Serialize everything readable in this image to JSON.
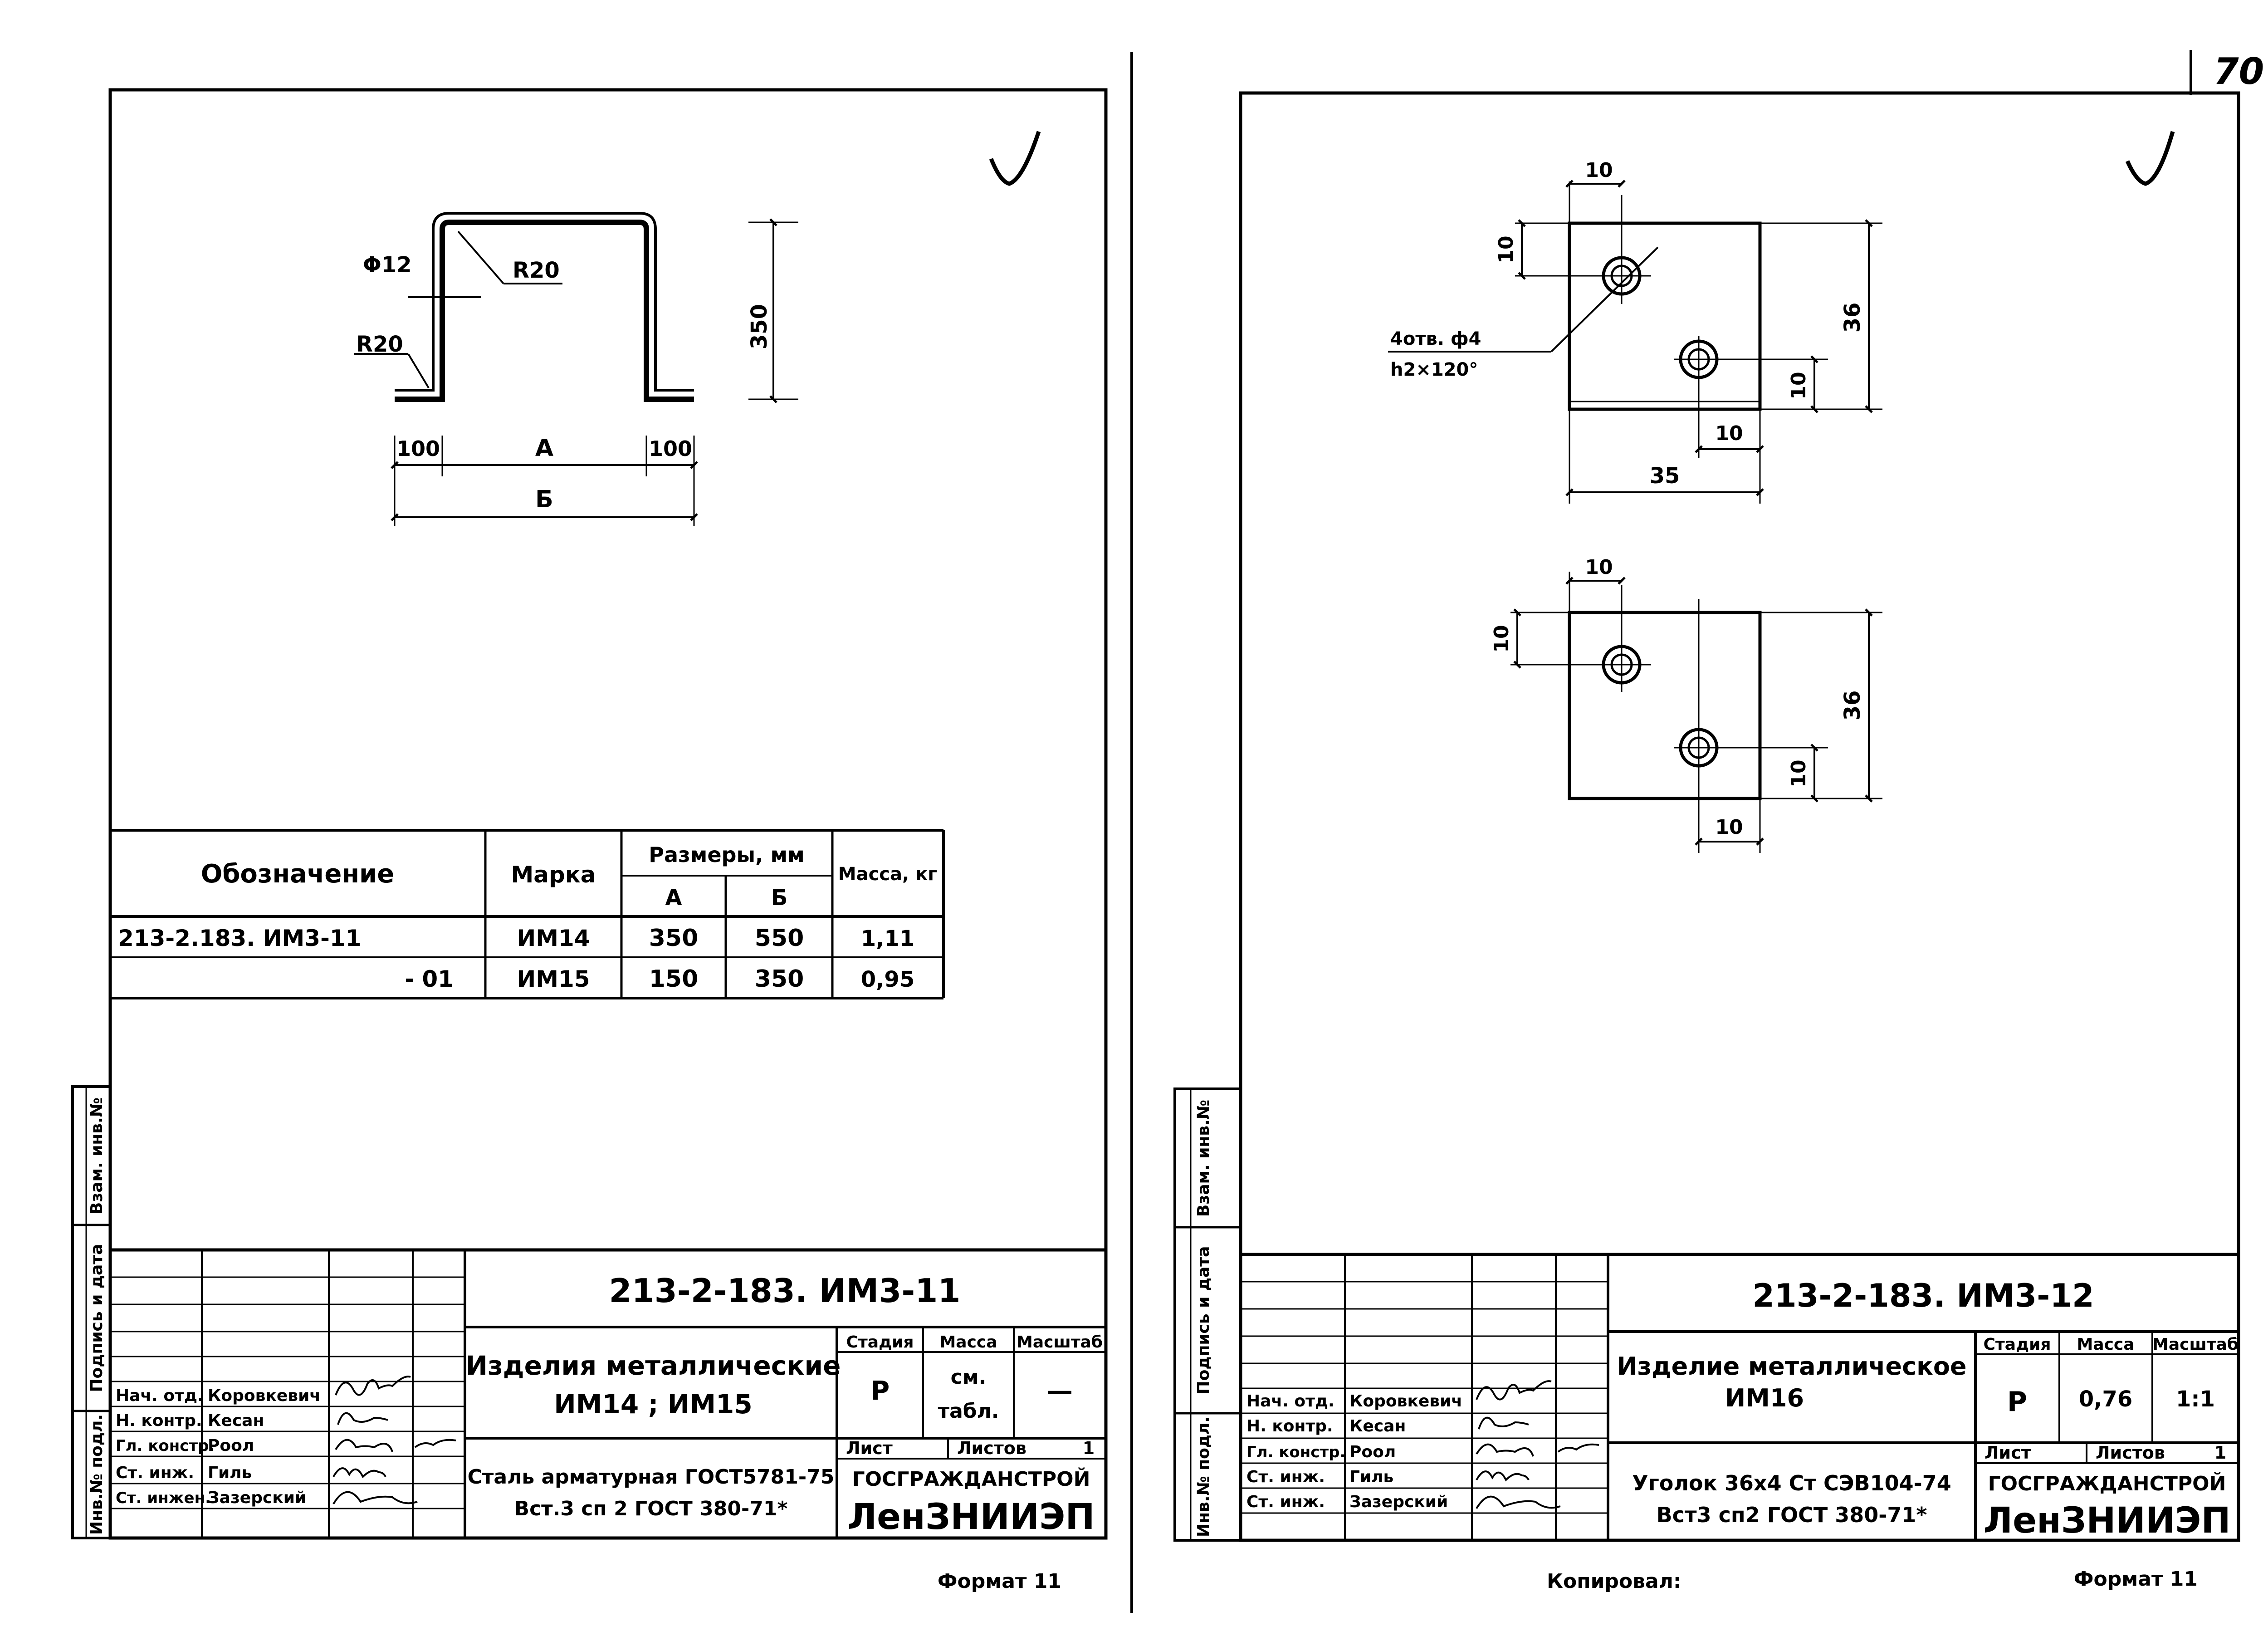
{
  "page_number": "70",
  "left_sheet": {
    "dims": {
      "diameter": "Φ12",
      "radius_top": "R20",
      "radius_bottom": "R20",
      "height": "350",
      "side_left": "100",
      "a": "А",
      "side_right": "100",
      "b": "Б"
    },
    "table": {
      "headers": {
        "designation": "Обозначение",
        "mark": "Марка",
        "sizes": "Размеры, мм",
        "a": "А",
        "b": "Б",
        "mass": "Масса, кг"
      },
      "rows": [
        {
          "designation": "213-2.183. ИМ3-11",
          "mark": "ИМ14",
          "a": "350",
          "b": "550",
          "mass": "1,11"
        },
        {
          "designation": "- 01",
          "mark": "ИМ15",
          "a": "150",
          "b": "350",
          "mass": "0,95"
        }
      ]
    },
    "side_strip": {
      "inv": "Инв.№ подл.",
      "sign": "Подпись и дата",
      "vzam": "Взам. инв.№"
    },
    "title_block": {
      "code": "213-2-183. ИМ3-11",
      "name_line1": "Изделия металлические",
      "name_line2": "ИМ14 ; ИМ15",
      "material_line1": "Сталь арматурная ГОСТ5781-75",
      "material_line2": "Вст.3 сп 2 ГОСТ 380-71*",
      "stage_label": "Стадия",
      "mass_label": "Масса",
      "scale_label": "Масштаб",
      "stage": "Р",
      "mass_line1": "см.",
      "mass_line2": "табл.",
      "scale": "—",
      "sheet_label": "Лист",
      "sheets_label": "Листов",
      "sheets": "1",
      "org1": "ГОСГРАЖДАНСТРОЙ",
      "org2": "ЛенЗНИИЭП",
      "staff": [
        {
          "role": "Нач. отд.",
          "name": "Коровкевич"
        },
        {
          "role": "Н. контр.",
          "name": "Кесан"
        },
        {
          "role": "Гл. констр.",
          "name": "Роол"
        },
        {
          "role": "Ст. инж.",
          "name": "Гиль"
        },
        {
          "role": "Ст. инжен.",
          "name": "Зазерский"
        }
      ]
    },
    "format": "Формат 11"
  },
  "right_sheet": {
    "top_plate": {
      "dim_top": "10",
      "dim_left": "10",
      "dim_height": "36",
      "holes_line1": "4отв. ф4",
      "holes_line2": "h2×120°",
      "dim_right_small": "10",
      "dim_bottom_small": "10",
      "dim_width": "35"
    },
    "bottom_plate": {
      "dim_top": "10",
      "dim_left": "10",
      "dim_height": "36",
      "dim_right_small": "10",
      "dim_bottom_small": "10"
    },
    "side_strip": {
      "inv": "Инв.№ подл.",
      "sign": "Подпись и дата",
      "vzam": "Взам. инв.№"
    },
    "title_block": {
      "code": "213-2-183. ИМ3-12",
      "name_line1": "Изделие металлическое",
      "name_line2": "ИМ16",
      "material_line1": "Уголок 36х4 Ст СЭВ104-74",
      "material_line2": "Вст3 сп2 ГОСТ 380-71*",
      "stage_label": "Стадия",
      "mass_label": "Масса",
      "scale_label": "Масштаб",
      "stage": "Р",
      "mass": "0,76",
      "scale": "1:1",
      "sheet_label": "Лист",
      "sheets_label": "Листов",
      "sheets": "1",
      "org1": "ГОСГРАЖДАНСТРОЙ",
      "org2": "ЛенЗНИИЭП",
      "staff": [
        {
          "role": "Нач. отд.",
          "name": "Коровкевич"
        },
        {
          "role": "Н. контр.",
          "name": "Кесан"
        },
        {
          "role": "Гл. констр.",
          "name": "Роол"
        },
        {
          "role": "Ст. инж.",
          "name": "Гиль"
        },
        {
          "role": "Ст. инж.",
          "name": "Зазерский"
        }
      ]
    },
    "copied": "Копировал:",
    "format": "Формат 11"
  }
}
